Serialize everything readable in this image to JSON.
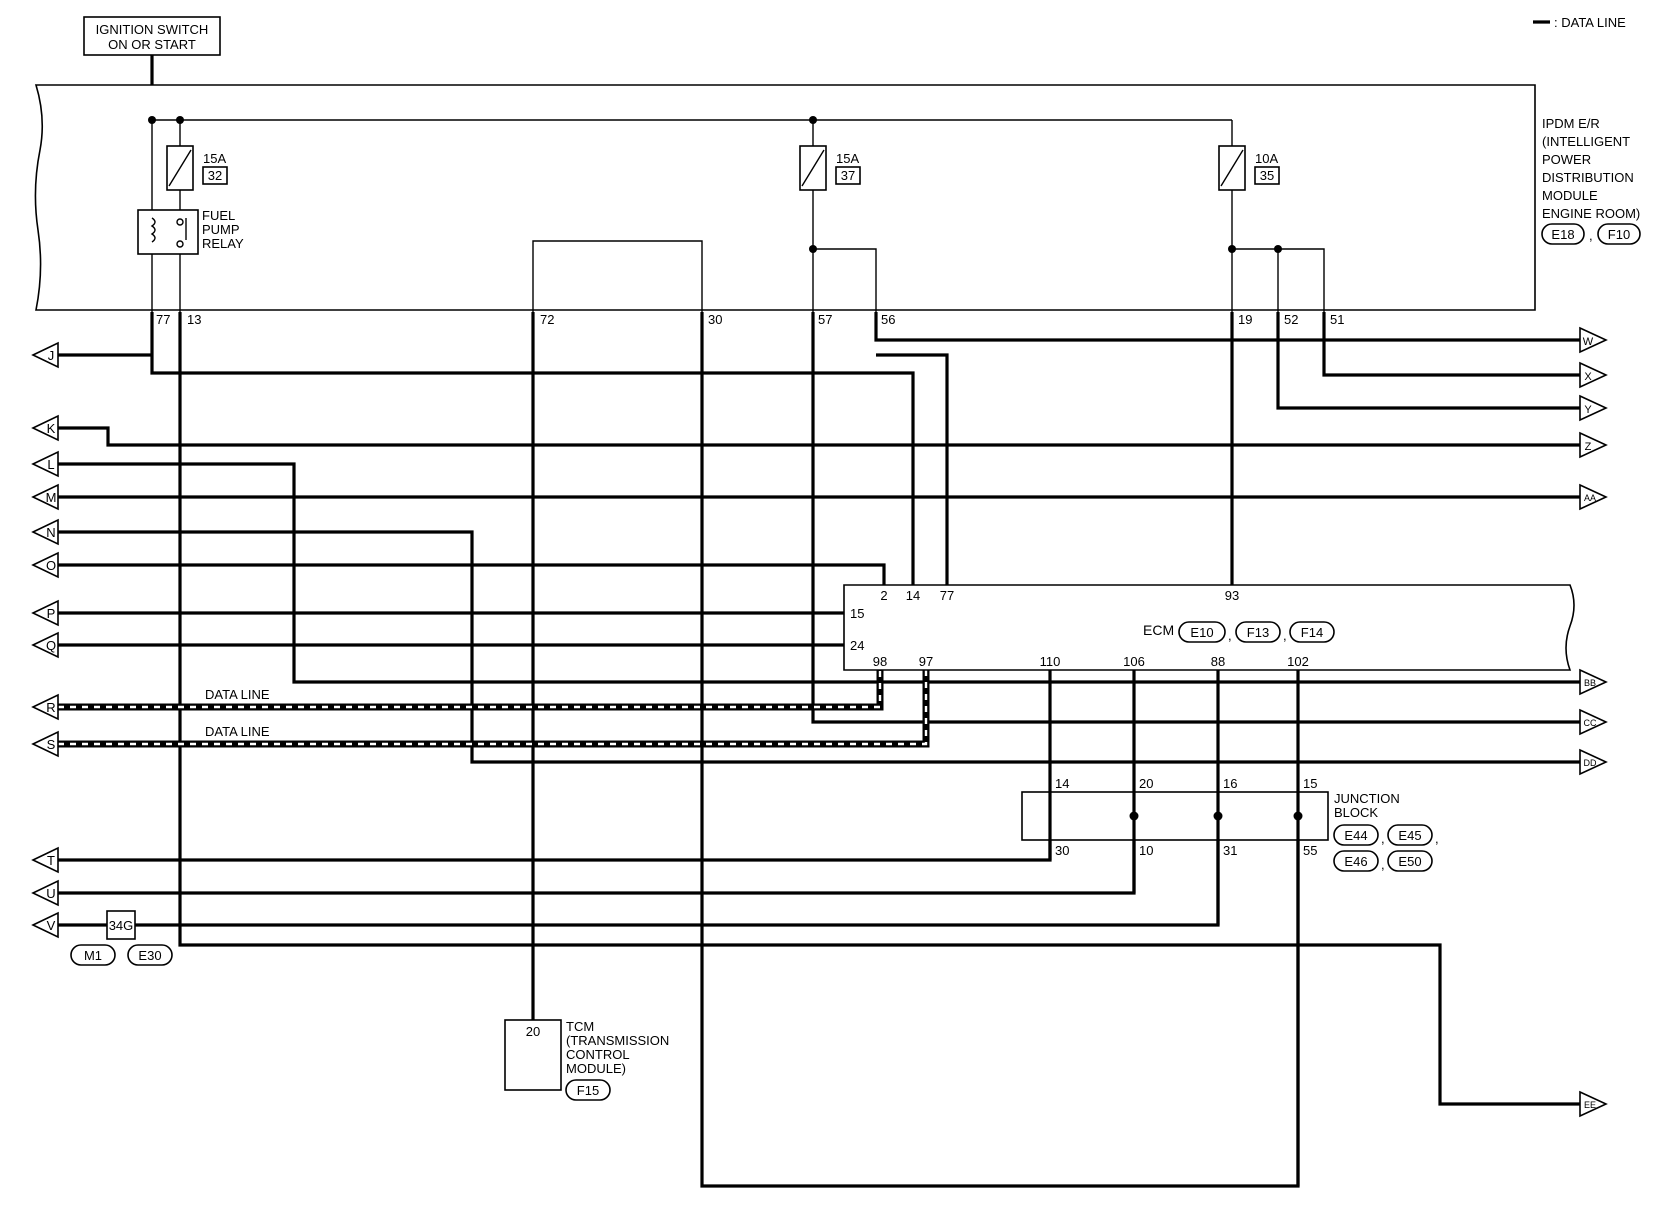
{
  "legend": {
    "data_line": ": DATA LINE"
  },
  "ignition_switch": {
    "line1": "IGNITION SWITCH",
    "line2": "ON OR START"
  },
  "ipdm": {
    "lines": [
      "IPDM E/R",
      "(INTELLIGENT",
      "POWER",
      "DISTRIBUTION",
      "MODULE",
      "ENGINE ROOM)"
    ],
    "connectors": [
      "E18",
      "F10"
    ],
    "fuses": [
      {
        "amps": "15A",
        "number": "32"
      },
      {
        "amps": "15A",
        "number": "37"
      },
      {
        "amps": "10A",
        "number": "35"
      }
    ],
    "relay": [
      "FUEL",
      "PUMP",
      "RELAY"
    ],
    "pins": [
      "77",
      "13",
      "72",
      "30",
      "57",
      "56",
      "19",
      "52",
      "51"
    ]
  },
  "ecm": {
    "label": "ECM",
    "connectors": [
      "E10",
      "F13",
      "F14"
    ],
    "top_pins": [
      "2",
      "14",
      "77",
      "93"
    ],
    "left_pins": [
      "15",
      "24"
    ],
    "bottom_pins": [
      "98",
      "97",
      "110",
      "106",
      "88",
      "102"
    ]
  },
  "junction_block": {
    "lines": [
      "JUNCTION",
      "BLOCK"
    ],
    "connectors": [
      "E44",
      "E45",
      "E46",
      "E50"
    ],
    "top_pins": [
      "14",
      "20",
      "16",
      "15"
    ],
    "bottom_pins": [
      "30",
      "10",
      "31",
      "55"
    ]
  },
  "tcm": {
    "lines": [
      "TCM",
      "(TRANSMISSION",
      "CONTROL",
      "MODULE)"
    ],
    "pin": "20",
    "connector": "F15"
  },
  "joint_connector": {
    "label": "34G",
    "connectors": [
      "M1",
      "E30"
    ]
  },
  "data_line_labels": [
    "DATA LINE",
    "DATA LINE"
  ],
  "left_terminals": [
    "J",
    "K",
    "L",
    "M",
    "N",
    "O",
    "P",
    "Q",
    "R",
    "S",
    "T",
    "U",
    "V"
  ],
  "right_terminals": [
    "W",
    "X",
    "Y",
    "Z",
    "AA",
    "BB",
    "CC",
    "DD",
    "EE"
  ]
}
